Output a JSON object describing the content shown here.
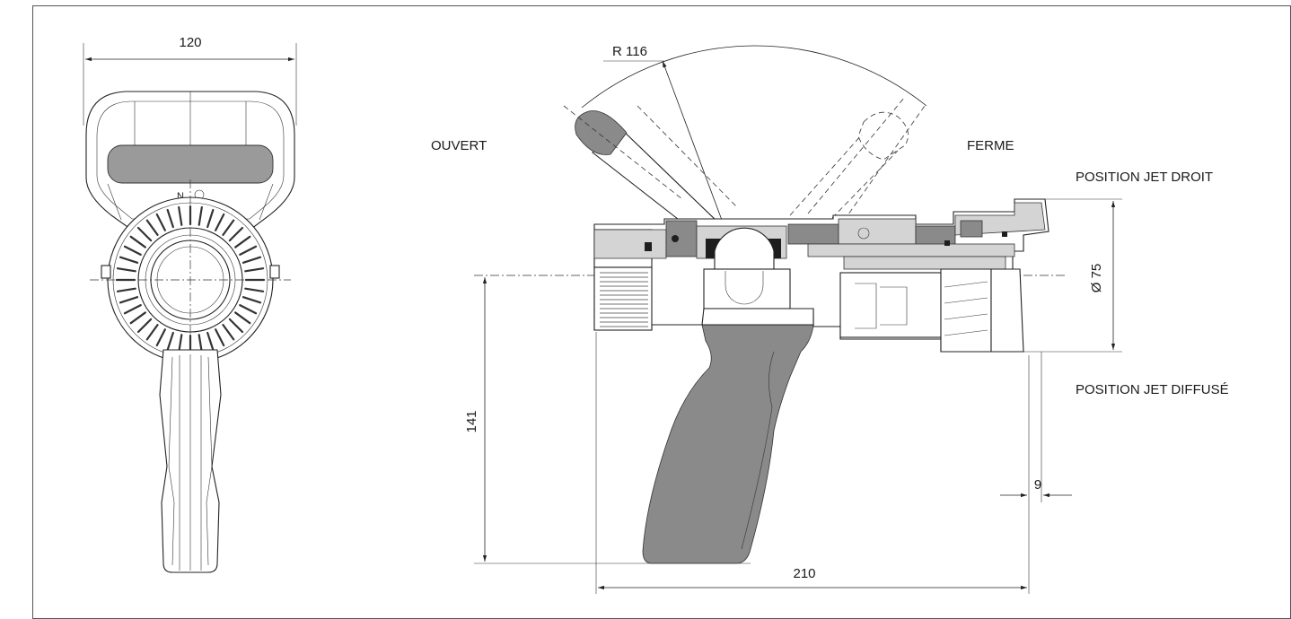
{
  "dimensions": {
    "width_front": "120",
    "radius": "R 116",
    "diameter": "Ø 75",
    "height": "141",
    "length": "210",
    "offset": "9"
  },
  "labels": {
    "open": "OUVERT",
    "closed": "FERME",
    "straight_jet": "POSITION JET DROIT",
    "diffused_jet": "POSITION JET DIFFUSÉ"
  },
  "colors": {
    "line": "#222222",
    "grip": "#8a8a8a",
    "frame": "#555555"
  }
}
